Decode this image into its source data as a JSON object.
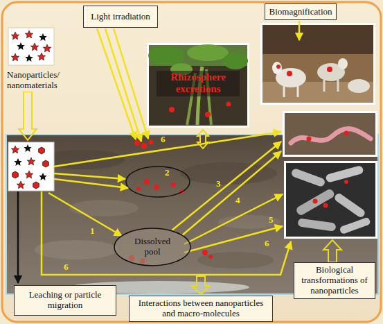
{
  "diagram": {
    "nodes": [
      {
        "text": [
          "Light irradiation"
        ]
      },
      {
        "text": [
          "Biomagnification"
        ]
      },
      {
        "text": [
          "Rhizosphere excretions"
        ]
      },
      {
        "text": [
          "Dissolved pool"
        ]
      },
      {
        "text": [
          "Biological transformations of nanoparticles"
        ]
      },
      {
        "text": [
          "Leaching or particle migration"
        ]
      },
      {
        "text": [
          "Interactions between nanoparticles and macro-molecules"
        ]
      }
    ],
    "labels": [
      "Nanoparticles/ nanomaterials",
      "6",
      "2",
      "3",
      "4",
      "5",
      "1",
      "6",
      "6"
    ]
  }
}
